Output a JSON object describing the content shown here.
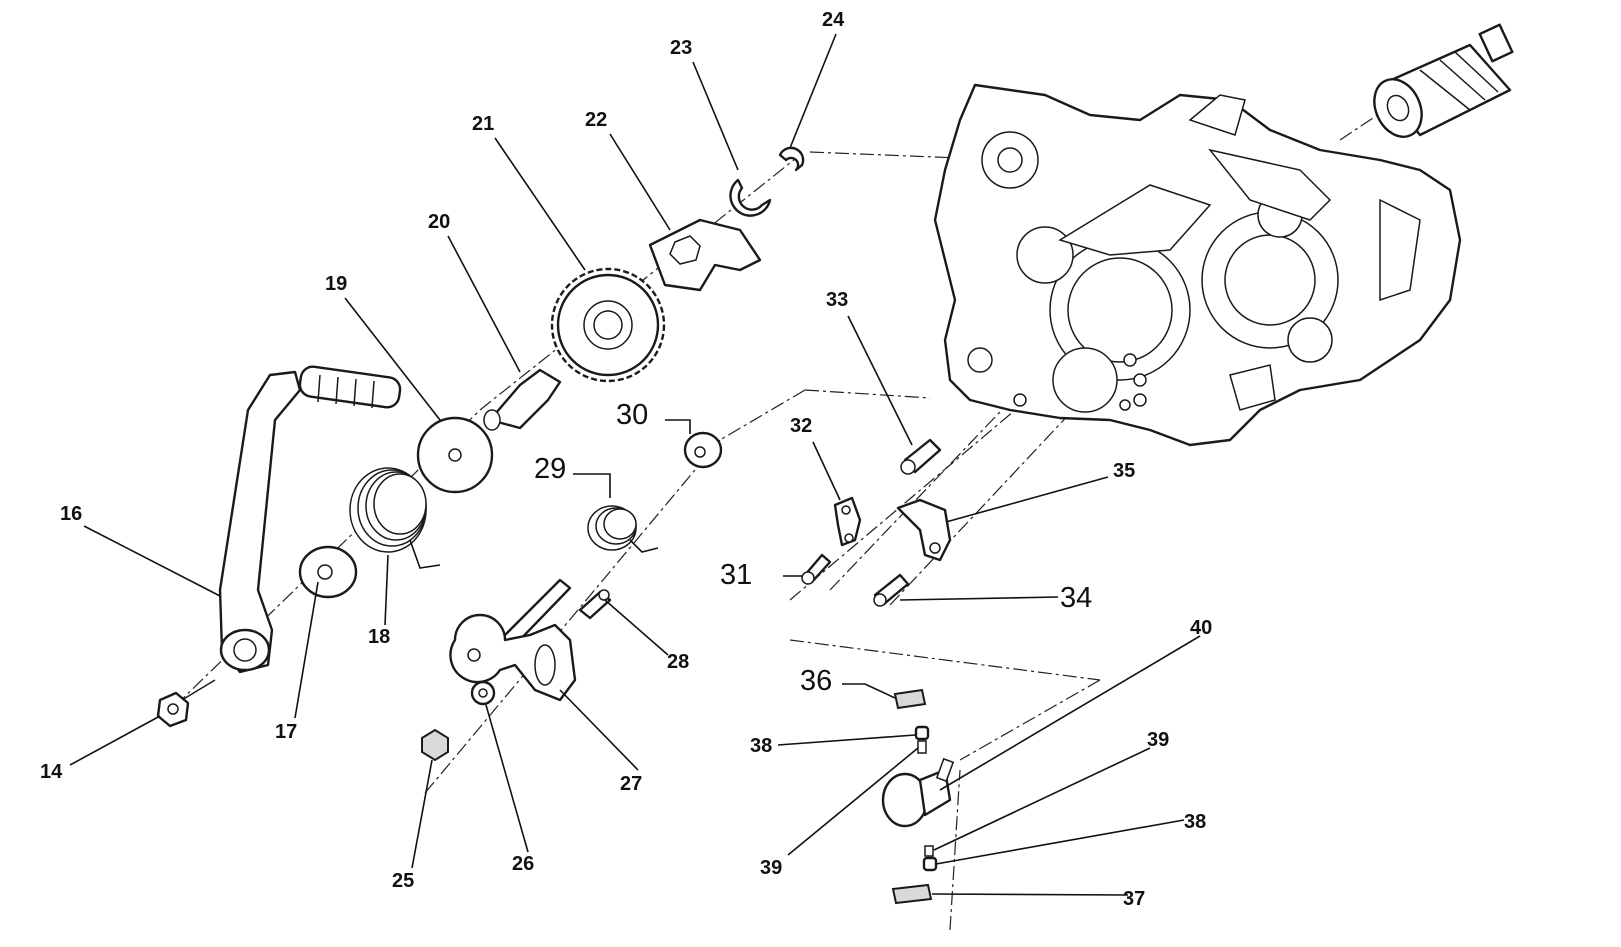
{
  "callouts": {
    "c14": "14",
    "c16": "16",
    "c17": "17",
    "c18": "18",
    "c19": "19",
    "c20": "20",
    "c21": "21",
    "c22": "22",
    "c23": "23",
    "c24": "24",
    "c25": "25",
    "c26": "26",
    "c27": "27",
    "c28": "28",
    "c29": "29",
    "c30": "30",
    "c31": "31",
    "c32": "32",
    "c33": "33",
    "c34": "34",
    "c35": "35",
    "c36": "36",
    "c37": "37",
    "c38a": "38",
    "c38b": "38",
    "c39a": "39",
    "c39b": "39",
    "c40": "40"
  },
  "colors": {
    "ink": "#1a1a1a",
    "paper": "#ffffff"
  }
}
